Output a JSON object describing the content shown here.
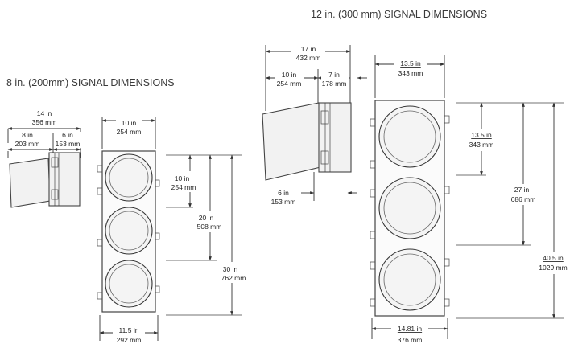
{
  "title_12in": "12 in. (300 mm) SIGNAL DIMENSIONS",
  "title_8in": "8 in. (200mm) SIGNAL DIMENSIONS",
  "side8": {
    "overall_in": "14 in",
    "overall_mm": "356 mm",
    "front_in": "8 in",
    "front_mm": "203 mm",
    "rear_in": "6 in",
    "rear_mm": "153 mm"
  },
  "front8": {
    "top_width_in": "10 in",
    "top_width_mm": "254 mm",
    "h1_in": "10 in",
    "h1_mm": "254 mm",
    "h2_in": "20 in",
    "h2_mm": "508 mm",
    "h3_in": "30 in",
    "h3_mm": "762 mm",
    "bottom_width_in": "11.5 in",
    "bottom_width_mm": "292 mm"
  },
  "side12": {
    "overall_in": "17 in",
    "overall_mm": "432 mm",
    "front_in": "10 in",
    "front_mm": "254 mm",
    "rear_in": "7 in",
    "rear_mm": "178 mm",
    "bottom_in": "6 in",
    "bottom_mm": "153 mm"
  },
  "front12": {
    "top_width_in": "13.5 in",
    "top_width_mm": "343 mm",
    "h1_in": "13.5 in",
    "h1_mm": "343 mm",
    "h2_in": "27 in",
    "h2_mm": "686 mm",
    "h3_in": "40.5 in",
    "h3_mm": "1029 mm",
    "bottom_width_in": "14.81 in",
    "bottom_width_mm": "376 mm"
  }
}
